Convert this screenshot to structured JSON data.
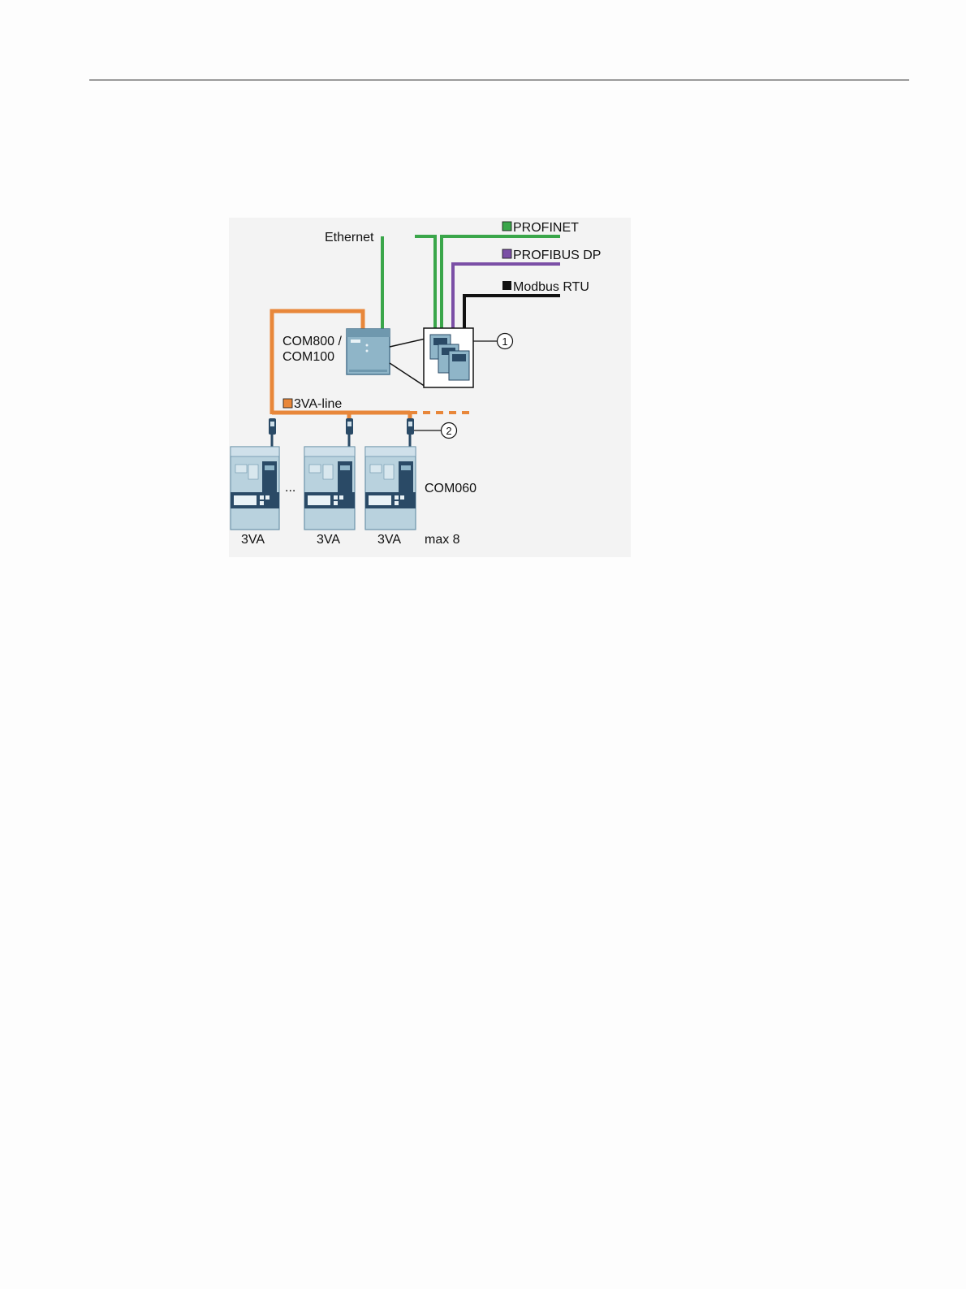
{
  "labels": {
    "ethernet": "Ethernet",
    "profinet": "PROFINET",
    "profibus": "PROFIBUS DP",
    "modbus": "Modbus RTU",
    "com800_line1": "COM800 /",
    "com800_line2": "COM100",
    "line3va": "3VA-line",
    "com060": "COM060",
    "breaker1": "3VA",
    "breaker2": "3VA",
    "breaker3": "3VA",
    "max": "max 8",
    "ellipsis": "...",
    "callout1": "1",
    "callout2": "2"
  },
  "colors": {
    "profinet": "#3aa64a",
    "profibus": "#7b4fa6",
    "modbus": "#111111",
    "line3va": "#e8873a",
    "device": "#8fb5c8",
    "device_dark": "#2a4a66",
    "panel_bg": "#f4f4f4"
  }
}
